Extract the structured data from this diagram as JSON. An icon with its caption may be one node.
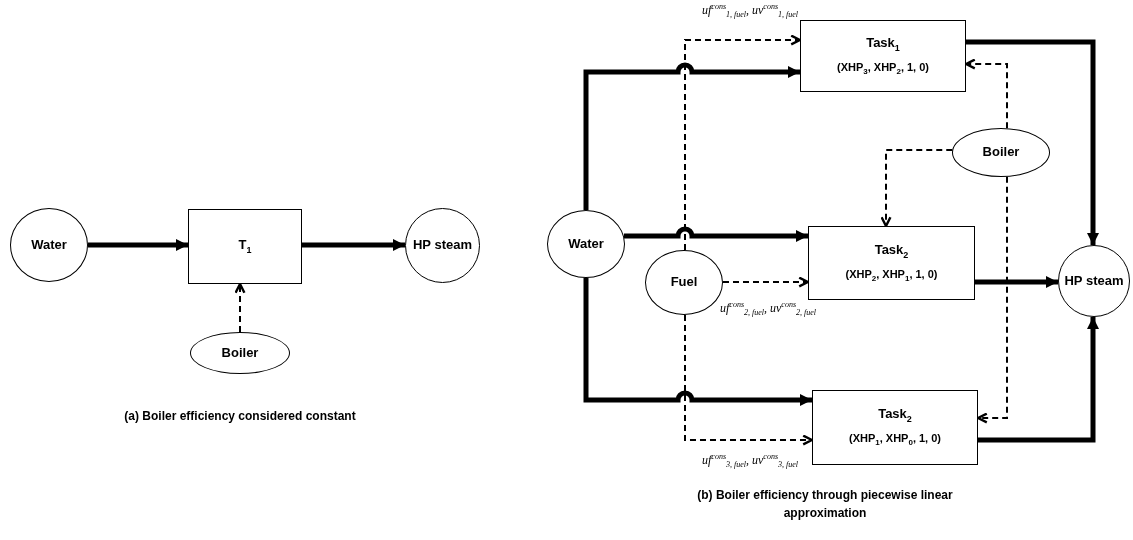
{
  "diagram": {
    "nodes": [
      {
        "text": [
          "Water"
        ]
      },
      {
        "text": [
          "T$_{1}$"
        ]
      },
      {
        "text": [
          "HP steam"
        ]
      },
      {
        "text": [
          "Boiler"
        ]
      },
      {
        "text": [
          "Water"
        ]
      },
      {
        "text": [
          "Fuel"
        ]
      },
      {
        "text": [
          "Task$_{1}$",
          "(XHP$_{3}$, XHP$_{2}$, 1, 0)"
        ]
      },
      {
        "text": [
          "Task$_{2}$",
          "(XHP$_{2}$, XHP$_{1}$, 1, 0)"
        ]
      },
      {
        "text": [
          "Task$_{2}$",
          "(XHP$_{1}$, XHP$_{0}$, 1, 0)"
        ]
      },
      {
        "text": [
          "Boiler"
        ]
      },
      {
        "text": [
          "HP steam"
        ]
      }
    ],
    "edges": [
      {
        "from": 0,
        "to": 1,
        "arrow": "to"
      },
      {
        "from": 1,
        "to": 2,
        "arrow": "to"
      },
      {
        "from": 3,
        "to": 1,
        "arrow": "to",
        "style": "dashed"
      },
      {
        "from": 4,
        "to": 6,
        "arrow": "to"
      },
      {
        "from": 4,
        "to": 7,
        "arrow": "to"
      },
      {
        "from": 4,
        "to": 8,
        "arrow": "to"
      },
      {
        "from": 5,
        "to": 6,
        "arrow": "to",
        "style": "dashed",
        "label": "uf$^{cons}$$_{1, fuel}$, uv$^{cons}$$_{1, fuel}$"
      },
      {
        "from": 5,
        "to": 7,
        "arrow": "to",
        "style": "dashed",
        "label": "uf$^{cons}$$_{2, fuel}$, uv$^{cons}$$_{2, fuel}$"
      },
      {
        "from": 5,
        "to": 8,
        "arrow": "to",
        "style": "dashed",
        "label": "uf$^{cons}$$_{3, fuel}$, uv$^{cons}$$_{3, fuel}$"
      },
      {
        "from": 9,
        "to": 6,
        "arrow": "to",
        "style": "dashed"
      },
      {
        "from": 9,
        "to": 7,
        "arrow": "to",
        "style": "dashed"
      },
      {
        "from": 9,
        "to": 8,
        "arrow": "to",
        "style": "dashed"
      },
      {
        "from": 6,
        "to": 10,
        "arrow": "to"
      },
      {
        "from": 7,
        "to": 10,
        "arrow": "to"
      },
      {
        "from": 8,
        "to": 10,
        "arrow": "to"
      }
    ],
    "labels": [
      "(a) Boiler efficiency considered constant",
      "(b) Boiler efficiency through piecewise linear approximation"
    ]
  }
}
